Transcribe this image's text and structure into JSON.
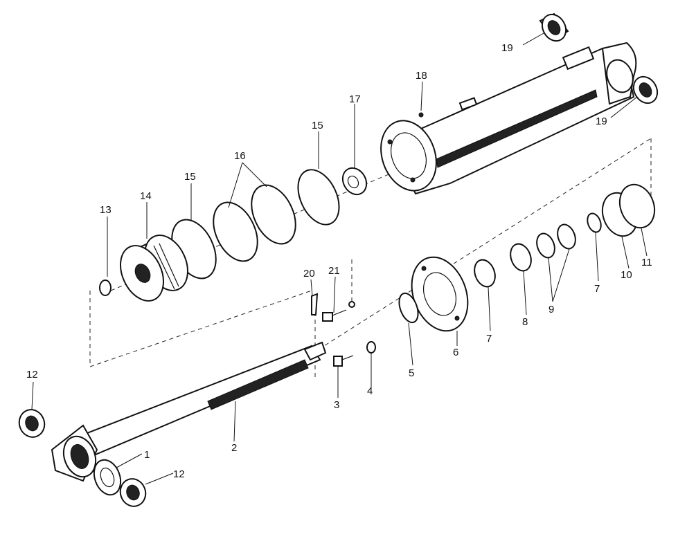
{
  "labels": {
    "l1": "1",
    "l2": "2",
    "l3": "3",
    "l4": "4",
    "l5": "5",
    "l6": "6",
    "l7a": "7",
    "l7b": "7",
    "l8": "8",
    "l9": "9",
    "l10": "10",
    "l11": "11",
    "l12a": "12",
    "l12b": "12",
    "l13": "13",
    "l14": "14",
    "l15a": "15",
    "l15b": "15",
    "l16": "16",
    "l17": "17",
    "l18": "18",
    "l19a": "19",
    "l19b": "19",
    "l20": "20",
    "l21": "21"
  }
}
